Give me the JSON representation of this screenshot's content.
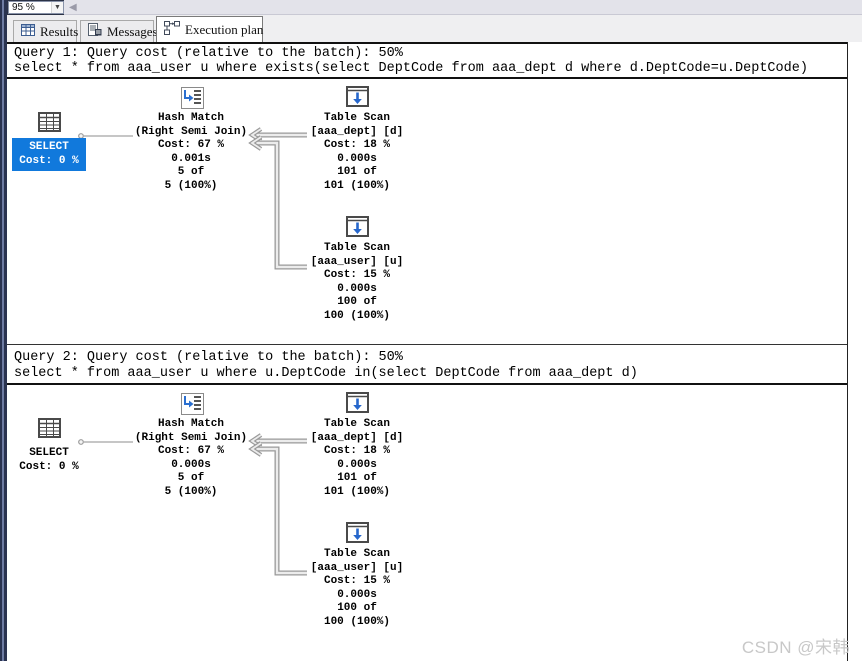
{
  "toolbar": {
    "zoom_value": "95 %"
  },
  "tabs": {
    "results": "Results",
    "messages": "Messages",
    "execution_plan": "Execution plan"
  },
  "queries": [
    {
      "header": "Query 1: Query cost (relative to the batch): 50%",
      "sql": "select * from aaa_user u where exists(select DeptCode from aaa_dept d where d.DeptCode=u.DeptCode)",
      "select_node": [
        "SELECT",
        "Cost: 0 %"
      ],
      "hash_match": [
        "Hash Match",
        "(Right Semi Join)",
        "Cost: 67 %",
        "0.001s",
        "5 of",
        "5 (100%)"
      ],
      "table_scan_dept": [
        "Table Scan",
        "[aaa_dept] [d]",
        "Cost: 18 %",
        "0.000s",
        "101 of",
        "101 (100%)"
      ],
      "table_scan_user": [
        "Table Scan",
        "[aaa_user] [u]",
        "Cost: 15 %",
        "0.000s",
        "100 of",
        "100 (100%)"
      ]
    },
    {
      "header": "Query 2: Query cost (relative to the batch): 50%",
      "sql": "select * from aaa_user u where u.DeptCode in(select DeptCode from aaa_dept d)",
      "select_node": [
        "SELECT",
        "Cost: 0 %"
      ],
      "hash_match": [
        "Hash Match",
        "(Right Semi Join)",
        "Cost: 67 %",
        "0.000s",
        "5 of",
        "5 (100%)"
      ],
      "table_scan_dept": [
        "Table Scan",
        "[aaa_dept] [d]",
        "Cost: 18 %",
        "0.000s",
        "101 of",
        "101 (100%)"
      ],
      "table_scan_user": [
        "Table Scan",
        "[aaa_user] [u]",
        "Cost: 15 %",
        "0.000s",
        "100 of",
        "100 (100%)"
      ]
    }
  ],
  "watermark": "CSDN @宋韩",
  "colors": {
    "select_highlight": "#1179dc",
    "plan_icon_blue": "#2a6fd0",
    "watermark_gray": "#c8c8c8"
  }
}
